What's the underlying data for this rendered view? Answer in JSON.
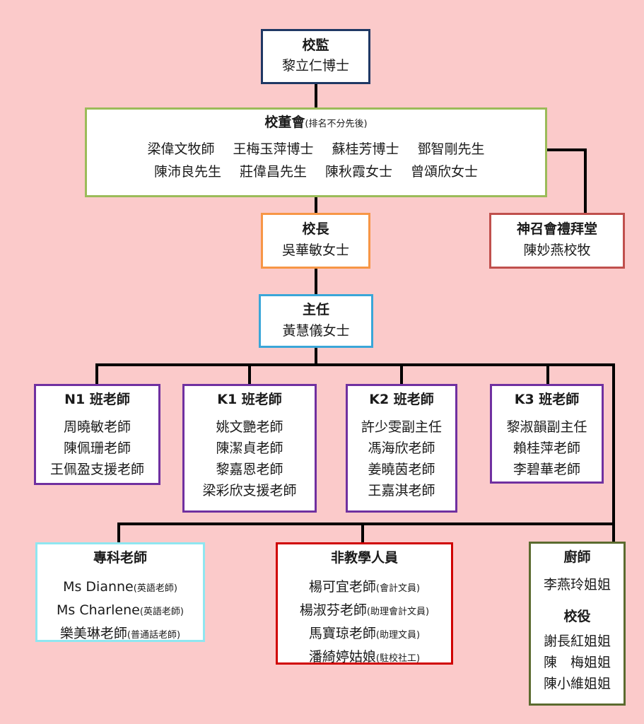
{
  "colors": {
    "background": "#fbcaca",
    "supervisor_border": "#1f3864",
    "board_border": "#9bbb59",
    "principal_border": "#f79646",
    "church_border": "#c0504d",
    "director_border": "#3aa6d8",
    "class_border": "#7030a0",
    "specialist_border": "#8fe6f0",
    "nonteaching_border": "#d00000",
    "cook_border": "#5b6b2f",
    "connector": "#000000"
  },
  "supervisor": {
    "title": "校監",
    "name": "黎立仁博士"
  },
  "board": {
    "title": "校董會",
    "note": "(排名不分先後)",
    "row1": [
      "梁偉文牧師",
      "王梅玉萍博士",
      "蘇桂芳博士",
      "鄧智剛先生"
    ],
    "row2": [
      "陳沛良先生",
      "莊偉昌先生",
      "陳秋霞女士",
      "曾頌欣女士"
    ]
  },
  "church": {
    "title": "神召會禮拜堂",
    "name": "陳妙燕校牧"
  },
  "principal": {
    "title": "校長",
    "name": "吳華敏女士"
  },
  "director": {
    "title": "主任",
    "name": "黃慧儀女士"
  },
  "classes": [
    {
      "title": "N1 班老師",
      "members": [
        "周曉敏老師",
        "陳佩珊老師",
        "王佩盈支援老師"
      ]
    },
    {
      "title": "K1 班老師",
      "members": [
        "姚文艷老師",
        "陳潔貞老師",
        "黎嘉恩老師",
        "梁彩欣支援老師"
      ]
    },
    {
      "title": "K2 班老師",
      "members": [
        "許少雯副主任",
        "馮海欣老師",
        "姜曉茵老師",
        "王嘉淇老師"
      ]
    },
    {
      "title": "K3 班老師",
      "members": [
        "黎淑韻副主任",
        "賴桂萍老師",
        "李碧華老師"
      ]
    }
  ],
  "specialist": {
    "title": "專科老師",
    "members": [
      {
        "name": "Ms Dianne",
        "role": "(英語老師)"
      },
      {
        "name": "Ms Charlene",
        "role": "(英語老師)"
      },
      {
        "name": "樂美琳老師",
        "role": "(普通話老師)"
      }
    ]
  },
  "non_teaching": {
    "title": "非教學人員",
    "members": [
      {
        "name": "楊可宜老師",
        "role": "(會計文員)"
      },
      {
        "name": "楊淑芬老師",
        "role": "(助理會計文員)"
      },
      {
        "name": "馬寶琼老師",
        "role": "(助理文員)"
      },
      {
        "name": "潘綺婷姑娘",
        "role": "(駐校社工)"
      }
    ]
  },
  "kitchen": {
    "cook_title": "廚師",
    "cook_name": "李燕玲姐姐",
    "janitor_title": "校役",
    "janitors": [
      "謝長紅姐姐",
      "陳　梅姐姐",
      "陳小維姐姐"
    ]
  }
}
